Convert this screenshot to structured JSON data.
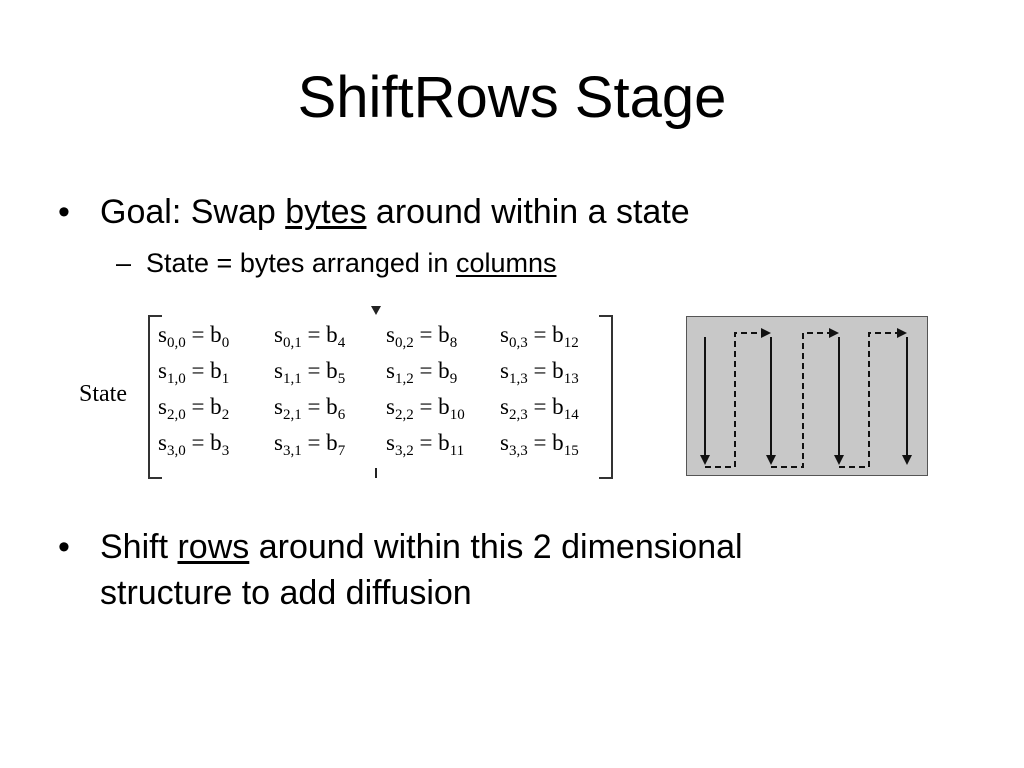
{
  "slide": {
    "title": "ShiftRows Stage",
    "bullets": [
      {
        "pre": "Goal: Swap ",
        "link": "bytes",
        "post": " around within a state"
      },
      {
        "pre": "Shift ",
        "link": "rows",
        "post": " around within this 2 dimensional",
        "line2": "structure to add diffusion"
      }
    ],
    "sub_bullet": {
      "pre": "State = bytes arranged in ",
      "link": "columns"
    }
  },
  "figure": {
    "state_label": "State",
    "matrix": [
      [
        [
          "0,0",
          "0"
        ],
        [
          "0,1",
          "4"
        ],
        [
          "0,2",
          "8"
        ],
        [
          "0,3",
          "12"
        ]
      ],
      [
        [
          "1,0",
          "1"
        ],
        [
          "1,1",
          "5"
        ],
        [
          "1,2",
          "9"
        ],
        [
          "1,3",
          "13"
        ]
      ],
      [
        [
          "2,0",
          "2"
        ],
        [
          "2,1",
          "6"
        ],
        [
          "2,2",
          "10"
        ],
        [
          "2,3",
          "14"
        ]
      ],
      [
        [
          "3,0",
          "3"
        ],
        [
          "3,1",
          "7"
        ],
        [
          "3,2",
          "11"
        ],
        [
          "3,3",
          "15"
        ]
      ]
    ],
    "diagram_bg": "#c8c8c8"
  }
}
